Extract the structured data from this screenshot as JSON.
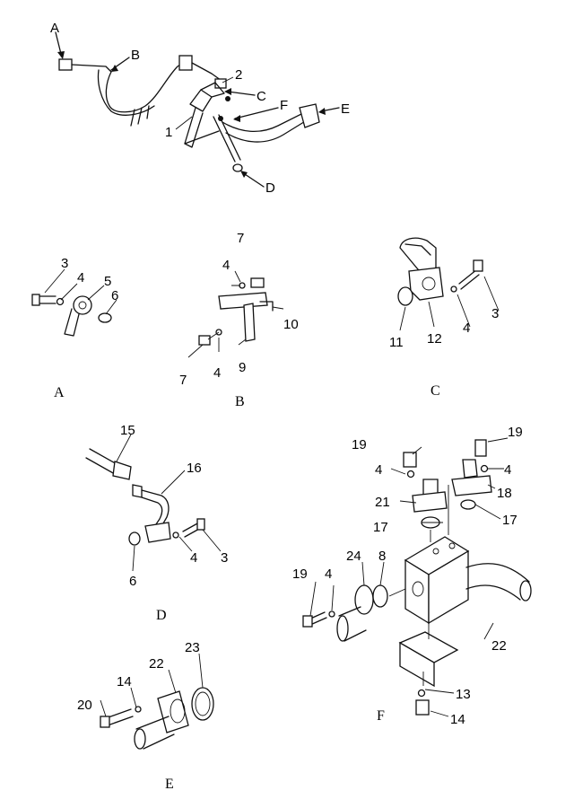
{
  "overview_labels": {
    "A": "A",
    "B": "B",
    "C": "C",
    "D": "D",
    "E": "E",
    "F": "F",
    "n1": "1",
    "n2": "2"
  },
  "detail_a": {
    "caption": "A",
    "labels": [
      "3",
      "4",
      "5",
      "6"
    ]
  },
  "detail_b": {
    "caption": "B",
    "labels": [
      "7",
      "4",
      "10",
      "7",
      "4",
      "9"
    ]
  },
  "detail_c": {
    "caption": "C",
    "labels": [
      "3",
      "11",
      "12",
      "4"
    ]
  },
  "detail_d": {
    "caption": "D",
    "labels": [
      "15",
      "16",
      "3",
      "6",
      "4"
    ]
  },
  "detail_e": {
    "caption": "E",
    "labels": [
      "14",
      "22",
      "23",
      "20"
    ]
  },
  "detail_f": {
    "caption": "F",
    "labels": [
      "19",
      "19",
      "4",
      "4",
      "21",
      "18",
      "17",
      "17",
      "19",
      "4",
      "24",
      "8",
      "22",
      "13",
      "14"
    ]
  }
}
